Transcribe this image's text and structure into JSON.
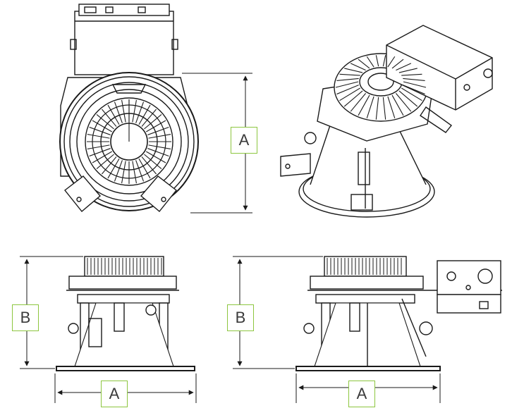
{
  "dimensions": {
    "top_left_height": "A",
    "bottom_left_height": "B",
    "bottom_left_width": "A",
    "bottom_right_height": "B",
    "bottom_right_width": "A"
  },
  "colors": {
    "label_border": "#8dc63f",
    "line": "#1a1a1a",
    "fill": "#ffffff"
  }
}
